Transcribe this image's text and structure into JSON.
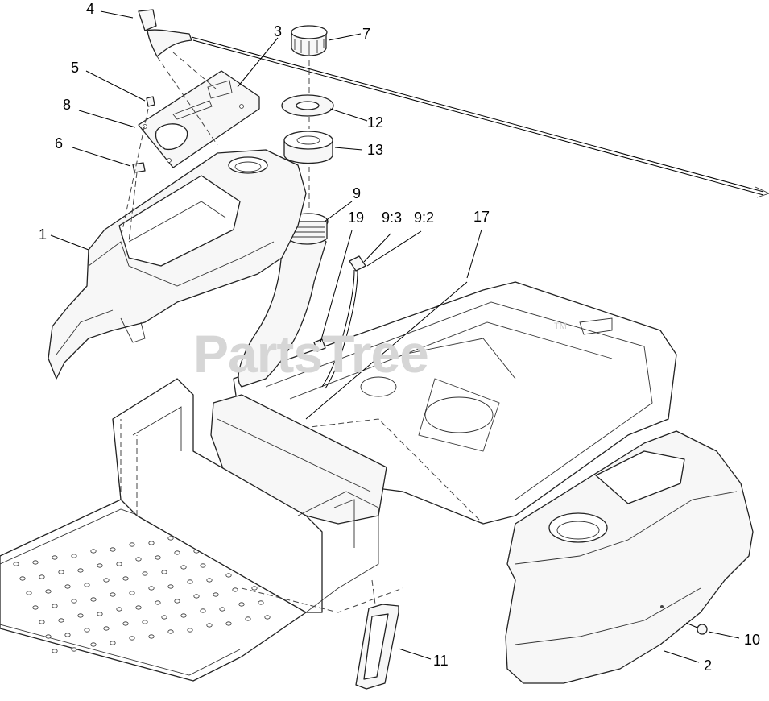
{
  "watermark": {
    "text": "PartsTree",
    "trademark": "TM"
  },
  "callouts": [
    {
      "id": "c4",
      "label": "4"
    },
    {
      "id": "c3",
      "label": "3"
    },
    {
      "id": "c7",
      "label": "7"
    },
    {
      "id": "c5",
      "label": "5"
    },
    {
      "id": "c8",
      "label": "8"
    },
    {
      "id": "c12",
      "label": "12"
    },
    {
      "id": "c13",
      "label": "13"
    },
    {
      "id": "c6",
      "label": "6"
    },
    {
      "id": "c9",
      "label": "9"
    },
    {
      "id": "c19",
      "label": "19"
    },
    {
      "id": "c93",
      "label": "9:3"
    },
    {
      "id": "c92",
      "label": "9:2"
    },
    {
      "id": "c17",
      "label": "17"
    },
    {
      "id": "c1",
      "label": "1"
    },
    {
      "id": "c10",
      "label": "10"
    },
    {
      "id": "c11",
      "label": "11"
    },
    {
      "id": "c2",
      "label": "2"
    }
  ]
}
